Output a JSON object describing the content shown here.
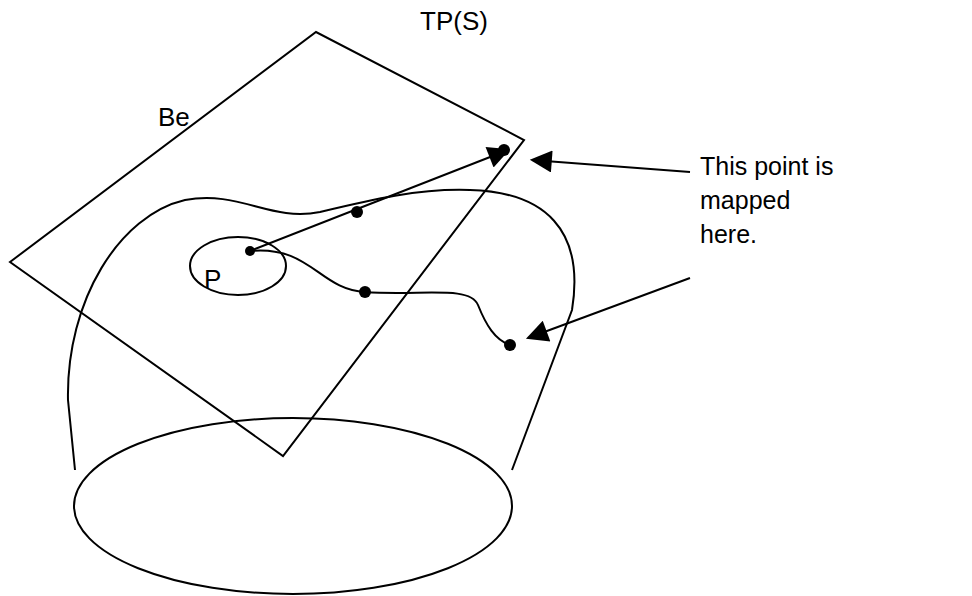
{
  "diagram": {
    "labels": [
      "TP(S)",
      "Be",
      "P",
      "This point is mapped here."
    ]
  }
}
